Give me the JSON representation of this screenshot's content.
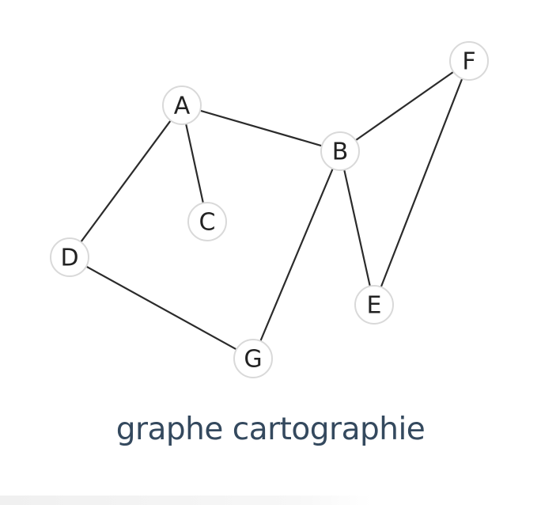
{
  "graph": {
    "nodes": [
      {
        "id": "A",
        "label": "A"
      },
      {
        "id": "B",
        "label": "B"
      },
      {
        "id": "C",
        "label": "C"
      },
      {
        "id": "D",
        "label": "D"
      },
      {
        "id": "E",
        "label": "E"
      },
      {
        "id": "F",
        "label": "F"
      },
      {
        "id": "G",
        "label": "G"
      }
    ],
    "edges": [
      [
        "A",
        "B"
      ],
      [
        "A",
        "C"
      ],
      [
        "A",
        "D"
      ],
      [
        "D",
        "G"
      ],
      [
        "B",
        "G"
      ],
      [
        "B",
        "E"
      ],
      [
        "B",
        "F"
      ],
      [
        "F",
        "E"
      ]
    ]
  },
  "caption": "graphe cartographie"
}
